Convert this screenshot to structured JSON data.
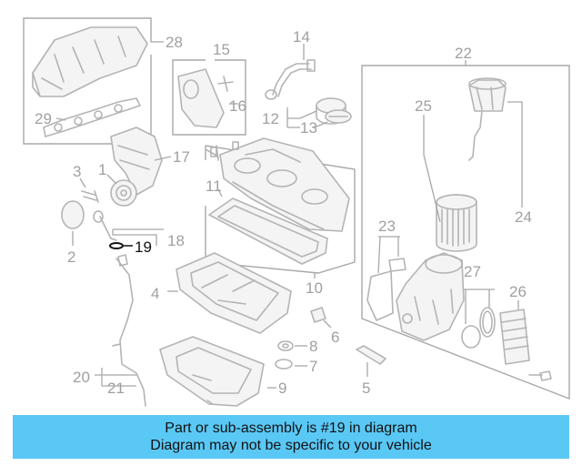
{
  "labels": {
    "p1": "1",
    "p2": "2",
    "p3": "3",
    "p4": "4",
    "p5": "5",
    "p6": "6",
    "p7": "7",
    "p8": "8",
    "p9": "9",
    "p10": "10",
    "p11": "11",
    "p12": "12",
    "p13": "13",
    "p14": "14",
    "p15": "15",
    "p16": "16",
    "p17": "17",
    "p18": "18",
    "p19": "19",
    "p20": "20",
    "p21": "21",
    "p22": "22",
    "p23": "23",
    "p24": "24",
    "p25": "25",
    "p26": "26",
    "p27": "27",
    "p28": "28",
    "p29": "29"
  },
  "highlighted_part": "19",
  "colors": {
    "banner": "#5ac8f5",
    "lines": "#b4b4b4",
    "highlight": "#111111"
  },
  "banner": {
    "line1": "Part or sub-assembly is #19 in diagram",
    "line2": "Diagram may not be specific to your vehicle"
  }
}
